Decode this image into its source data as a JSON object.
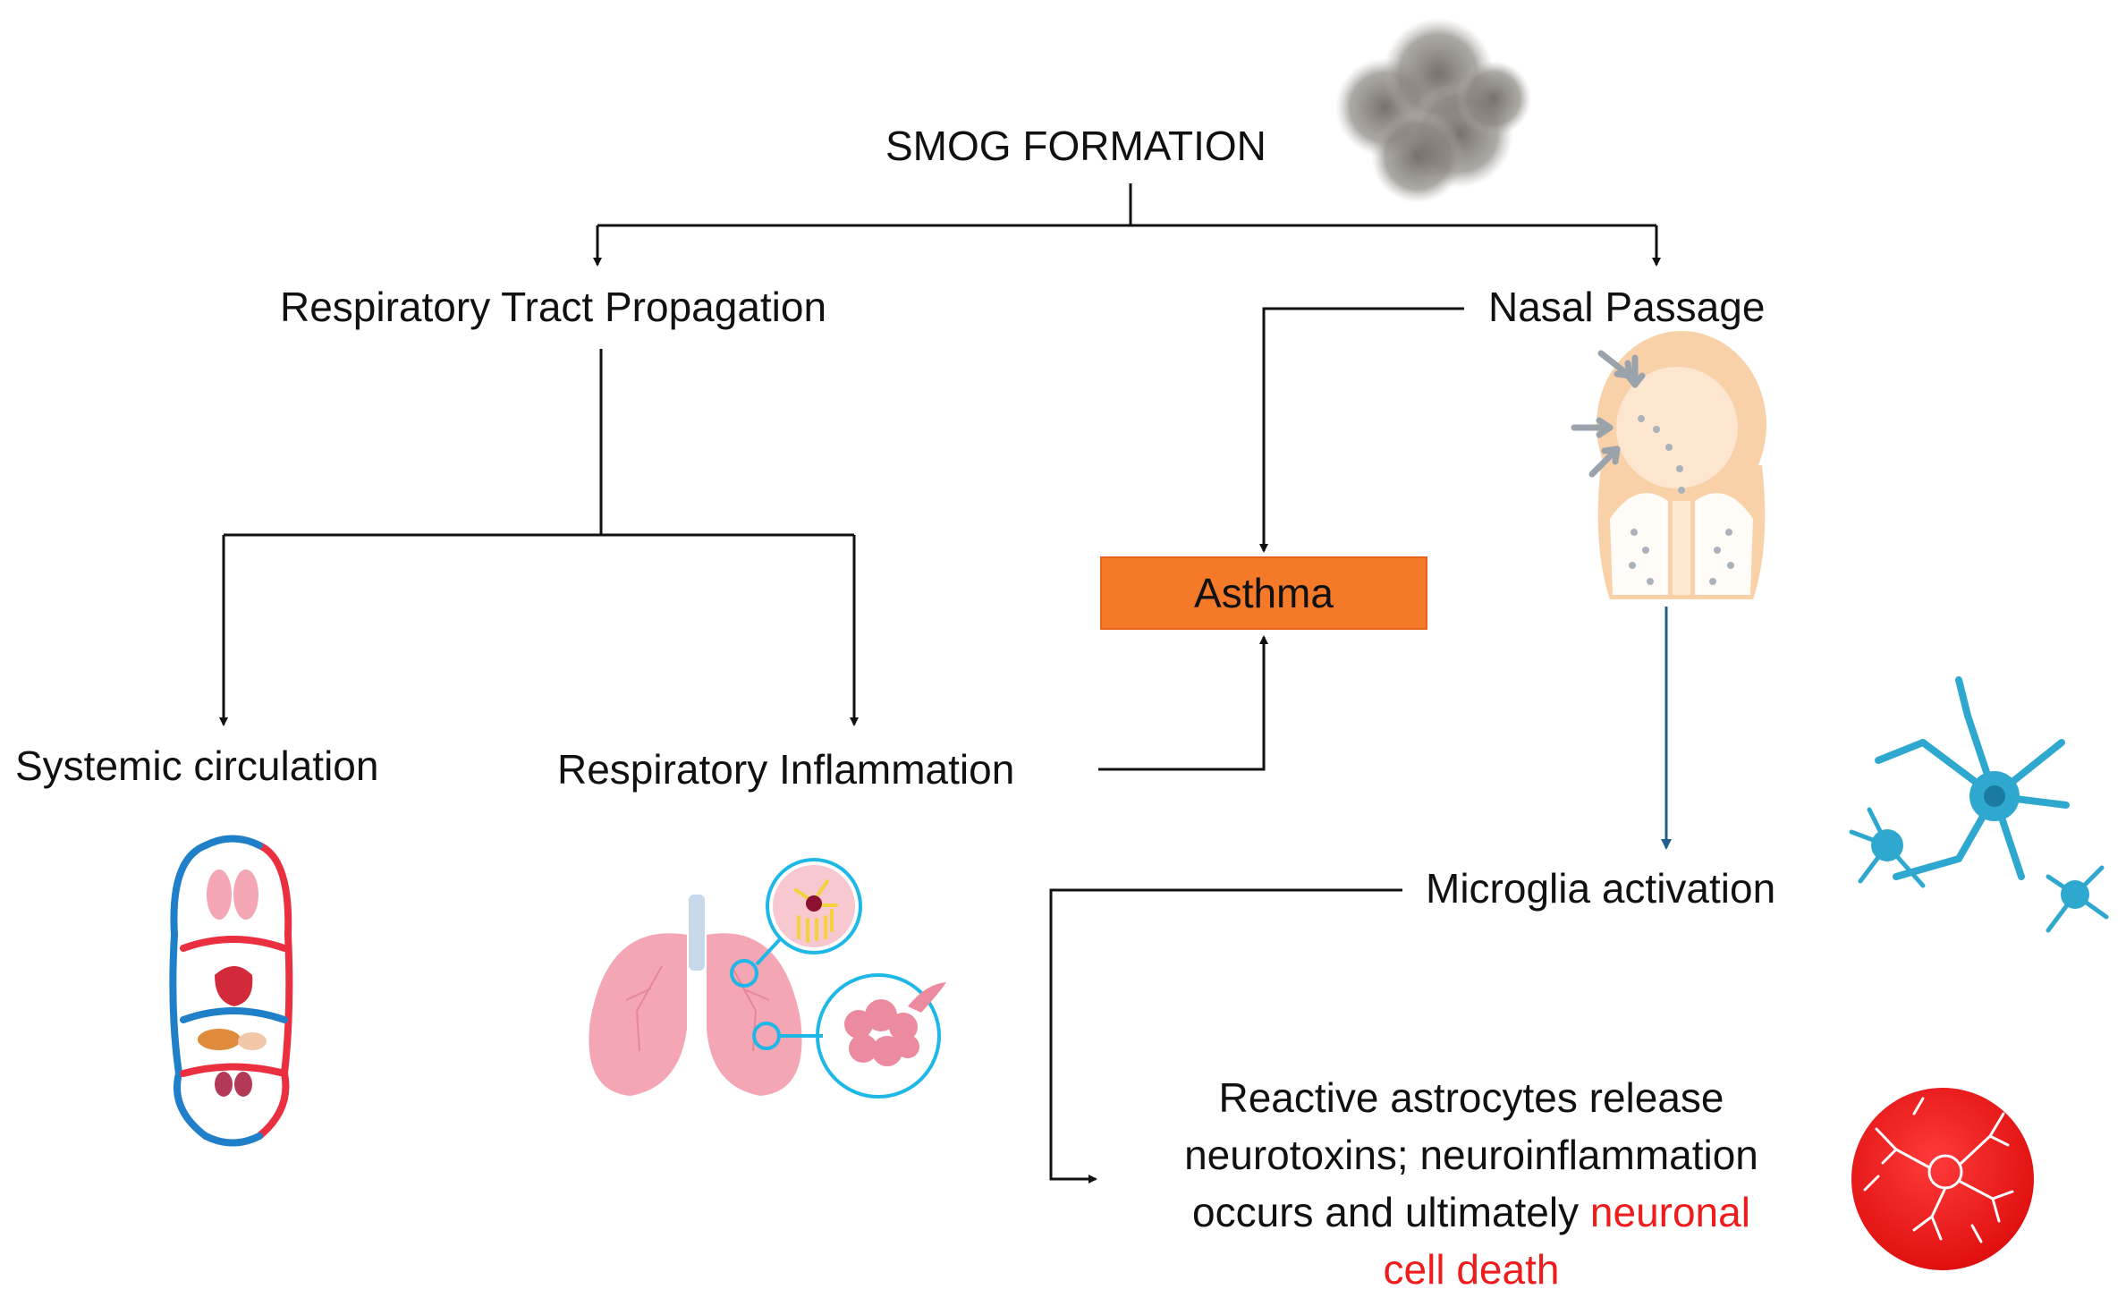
{
  "title": "SMOG FORMATION",
  "nodes": {
    "respiratory_tract": "Respiratory Tract Propagation",
    "nasal_passage": "Nasal Passage",
    "systemic_circulation": "Systemic circulation",
    "respiratory_inflammation": "Respiratory Inflammation",
    "asthma": "Asthma",
    "microglia": "Microglia activation",
    "final_outcome": {
      "line1": "Reactive astrocytes release",
      "line2": "neurotoxins; neuroinflammation",
      "line3_start": "occurs and ultimately ",
      "line3_highlight": "neuronal",
      "line4_highlight": "cell death"
    }
  },
  "colors": {
    "arrow": "#111111",
    "blue_arrow": "#1f5f8b",
    "asthma_box": "#f47a2a",
    "highlight_text": "#ee1c1c",
    "smog": "#8a847e",
    "microglia": "#2fa8d0",
    "neuron_circle": "#ee2020",
    "lung_pink": "#f4a6b4",
    "person_orange": "#f9d1a8"
  },
  "icons": [
    "smog-cloud-icon",
    "inhalation-person-icon",
    "microglia-cell-icon",
    "dead-neuron-icon",
    "circulatory-system-icon",
    "inflamed-lungs-icon"
  ]
}
